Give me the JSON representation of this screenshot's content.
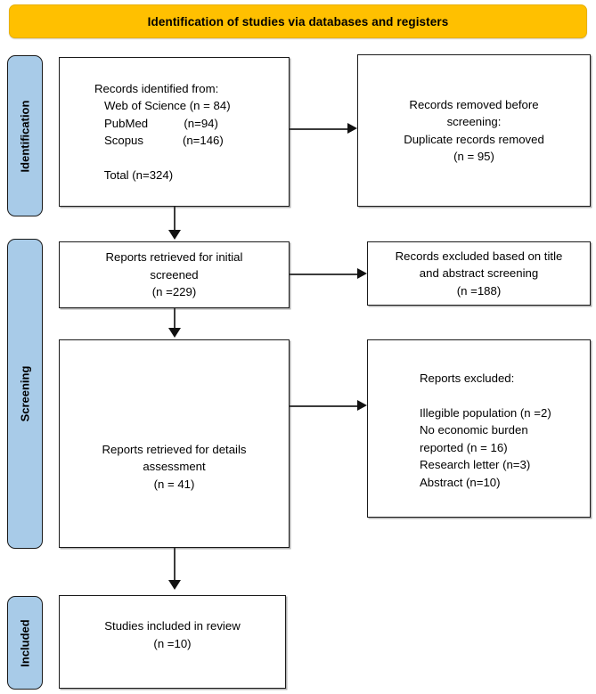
{
  "header": {
    "title": "Identification of studies via databases and registers",
    "background_color": "#ffc000"
  },
  "phases": [
    {
      "key": "identification",
      "label": "Identification",
      "color": "#a8cbe8"
    },
    {
      "key": "screening",
      "label": "Screening",
      "color": "#a8cbe8"
    },
    {
      "key": "included",
      "label": "Included",
      "color": "#a8cbe8"
    }
  ],
  "boxes": {
    "identified": {
      "lines": [
        "Records identified from:",
        "   Web of Science (n = 84)",
        "   PubMed           (n=94)",
        "   Scopus            (n=146)",
        "",
        "   Total (n=324)"
      ]
    },
    "removed": {
      "lines": [
        "Records removed before",
        "screening:",
        "Duplicate records removed",
        "(n = 95)"
      ]
    },
    "reports_initial": {
      "lines": [
        "Reports retrieved for initial",
        "screened",
        "(n =229)"
      ]
    },
    "excluded_title": {
      "lines": [
        "Records excluded based on title",
        "and abstract screening",
        "(n =188)"
      ]
    },
    "reports_details": {
      "lines": [
        "Reports retrieved for details",
        "assessment",
        "(n = 41)"
      ]
    },
    "excluded_reasons": {
      "lines": [
        "Reports excluded:",
        "",
        "Illegible population (n =2)",
        "No economic burden",
        "reported (n = 16)",
        "Research letter (n=3)",
        "Abstract (n=10)"
      ]
    },
    "included": {
      "lines": [
        "Studies included in review",
        "(n =10)"
      ]
    }
  },
  "flow_counts": {
    "web_of_science": 84,
    "pubmed": 94,
    "scopus": 146,
    "total_identified": 324,
    "duplicates_removed": 95,
    "retrieved_initial_screen": 229,
    "excluded_title_abstract": 188,
    "retrieved_details_assessment": 41,
    "excluded_illegible_population": 2,
    "excluded_no_economic_burden": 16,
    "excluded_research_letter": 3,
    "excluded_abstract": 10,
    "included_in_review": 10
  }
}
